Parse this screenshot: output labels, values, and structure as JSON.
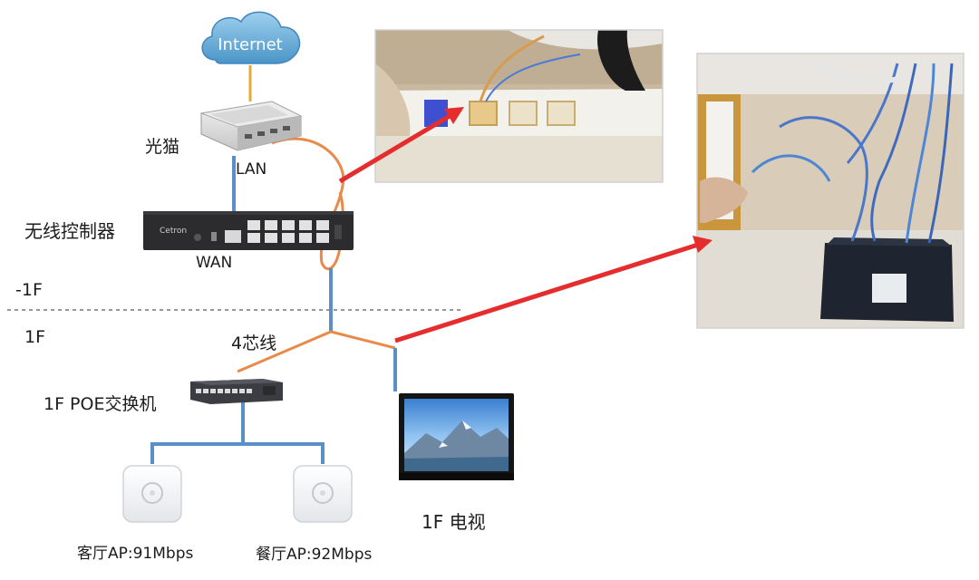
{
  "cloud": {
    "label": "Internet"
  },
  "modem": {
    "label": "光猫",
    "port_label": "LAN"
  },
  "controller": {
    "label": "无线控制器",
    "port_label": "WAN",
    "brand": "Cetron"
  },
  "floors": {
    "upper": "-1F",
    "lower": "1F"
  },
  "cable": {
    "label": "4芯线"
  },
  "poe_switch": {
    "label": "1F POE交换机"
  },
  "tv": {
    "label": "1F 电视"
  },
  "aps": [
    {
      "label": "客厅AP:91Mbps"
    },
    {
      "label": "餐厅AP:92Mbps"
    }
  ],
  "colors": {
    "cable_blue": "#5b8fc7",
    "cable_orange": "#e88a4a",
    "callout_arrow": "#e52d2d",
    "floor_divider": "#999999"
  }
}
